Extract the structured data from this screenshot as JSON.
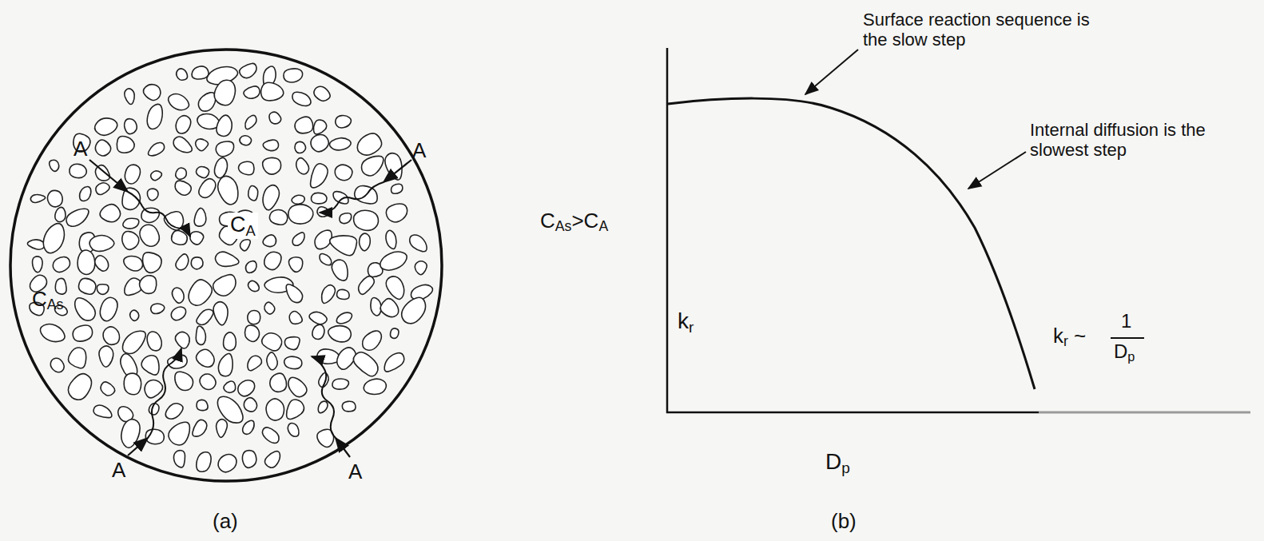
{
  "diagram": {
    "labels": [
      "A",
      "A",
      "CA",
      "CAs>CA",
      "CAs",
      "A",
      "A",
      "(a)",
      "Surface reaction sequence is the slow step",
      "kr",
      "Internal diffusion is the slowest step",
      "kr ~",
      "1",
      "Dp",
      "Dp",
      "(b)"
    ]
  }
}
